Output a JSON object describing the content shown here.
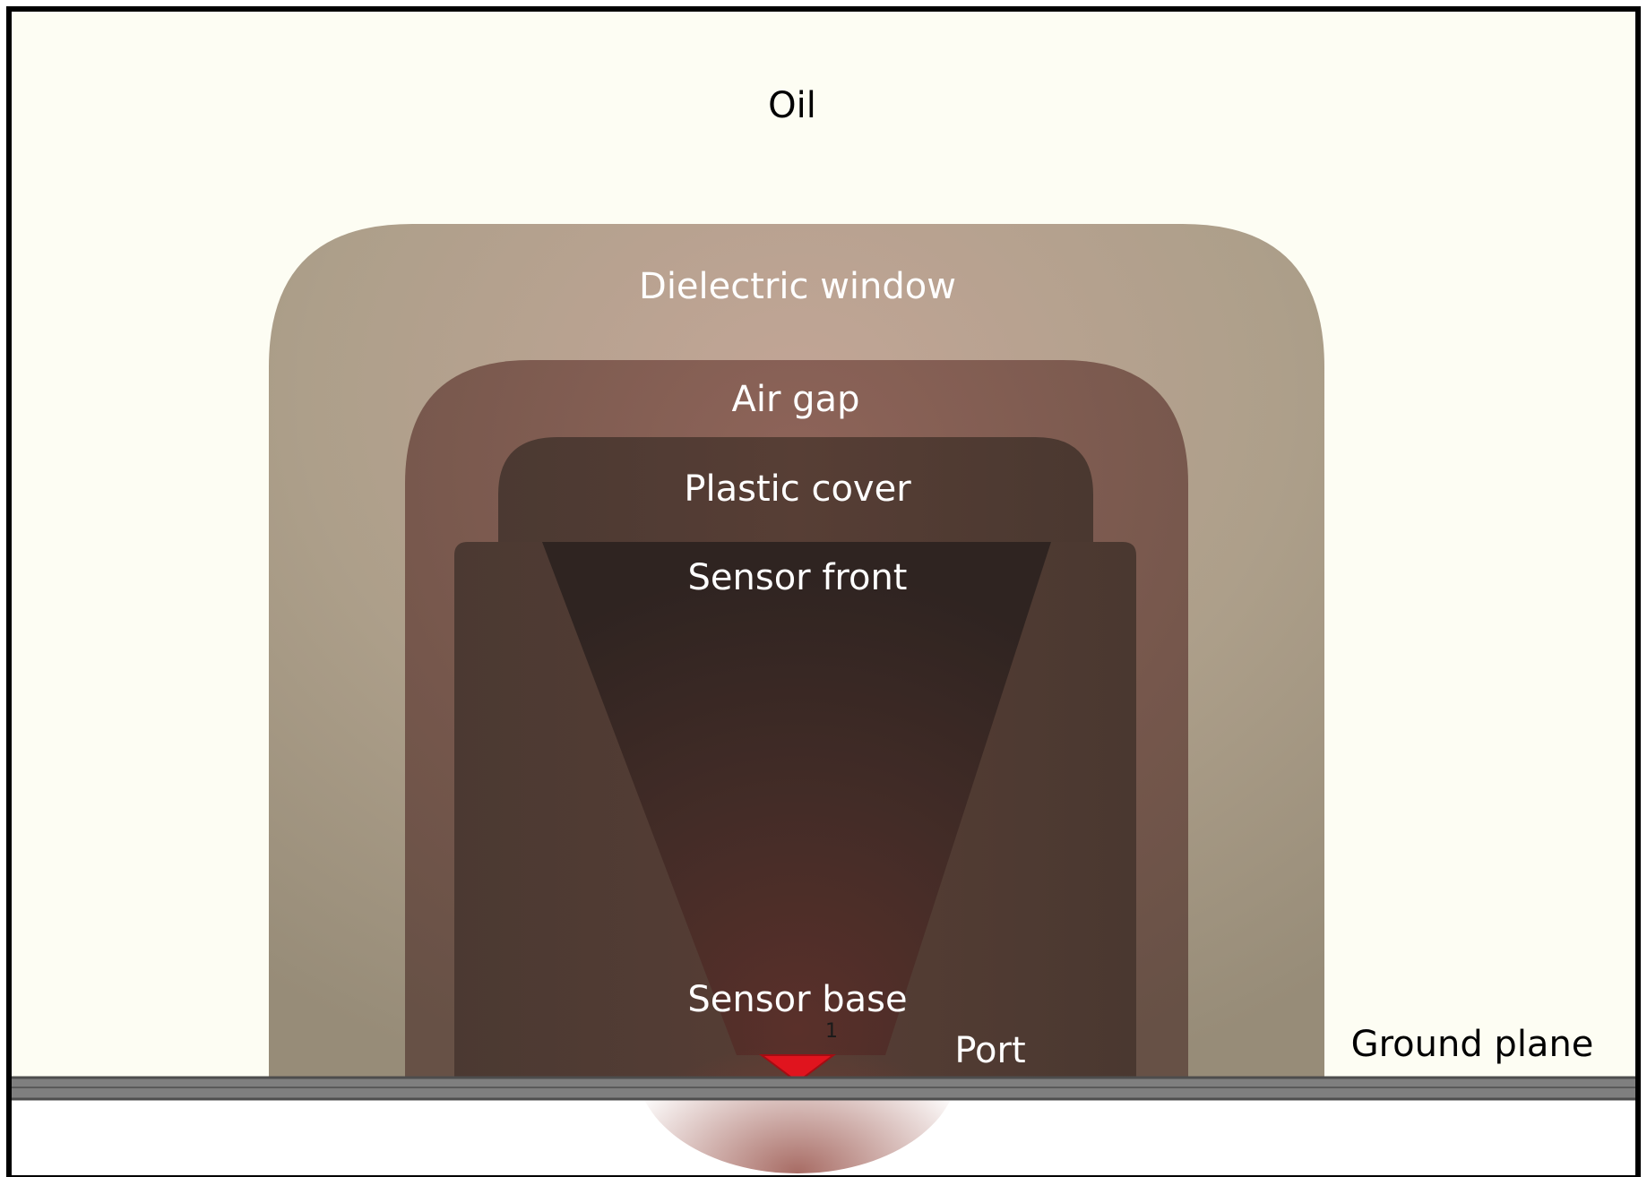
{
  "labels": {
    "oil": "Oil",
    "dielectric_window": "Dielectric window",
    "air_gap": "Air gap",
    "plastic_cover": "Plastic cover",
    "sensor_front": "Sensor front",
    "sensor_base": "Sensor base",
    "port": "Port",
    "port_number": "1",
    "ground_plane": "Ground plane"
  },
  "colors": {
    "oil": "#fdfdf3",
    "dielectric_window": "#a69a85",
    "air_gap": "#7a5a4e",
    "plastic_cover": "#4f3b33",
    "sensor_front": "#3a2a25",
    "port": "#e0141e",
    "ground_plane": "#7f7f7f",
    "frame": "#000000"
  }
}
